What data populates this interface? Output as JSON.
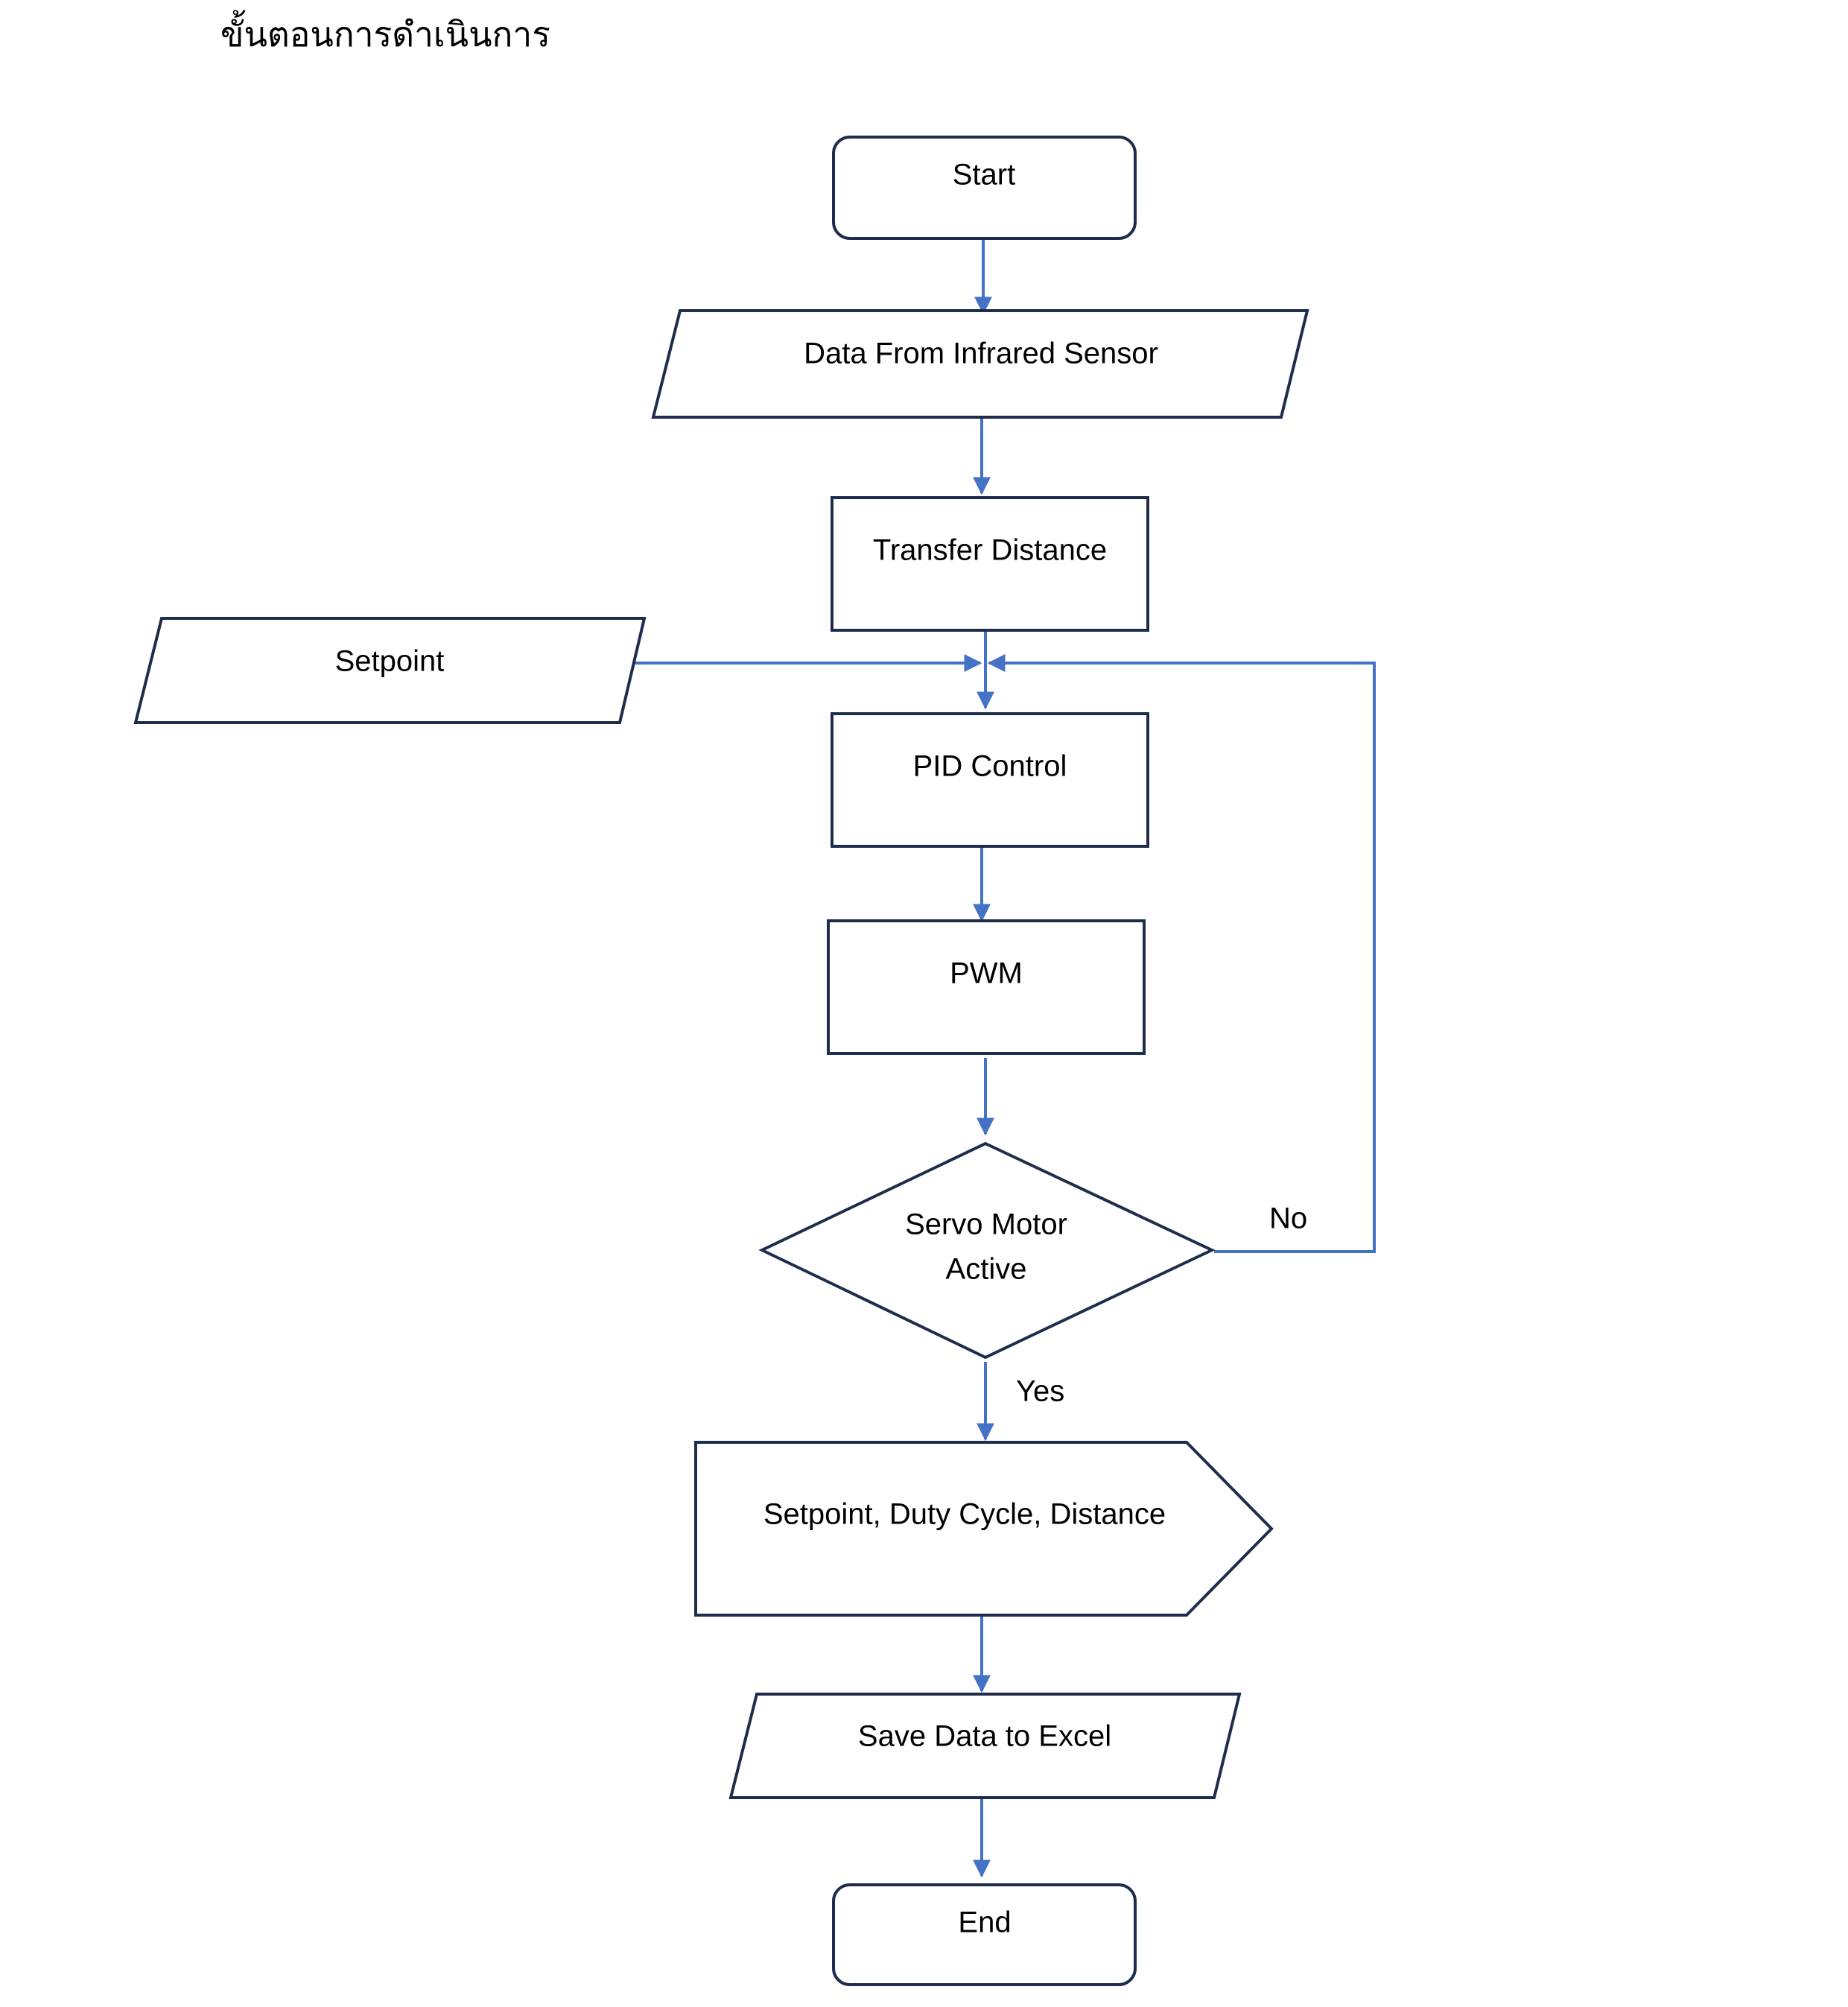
{
  "title": "ขั้นตอนการดำเนินการ",
  "nodes": {
    "start": "Start",
    "data_input": "Data From Infrared Sensor",
    "transfer": "Transfer Distance",
    "setpoint": "Setpoint",
    "pid": "PID Control",
    "pwm": "PWM",
    "decision_line1": "Servo Motor",
    "decision_line2": "Active",
    "display": "Setpoint, Duty Cycle, Distance",
    "save": "Save Data to Excel",
    "end": "End"
  },
  "branches": {
    "no": "No",
    "yes": "Yes"
  },
  "colors": {
    "shape_stroke": "#1f2d4d",
    "connector": "#4472c4"
  }
}
